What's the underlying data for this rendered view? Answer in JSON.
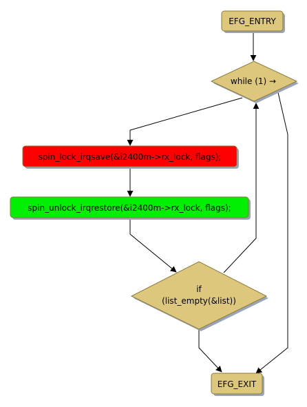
{
  "nodes": {
    "entry": {
      "label": "EFG_ENTRY",
      "color": "#dcc77c"
    },
    "while": {
      "label": "while (1) →",
      "color": "#dcc77c"
    },
    "lock": {
      "label": "spin_lock_irqsave(&i2400m->rx_lock, flags);",
      "color": "#ff0000"
    },
    "unlock": {
      "label": "spin_unlock_irqrestore(&i2400m->rx_lock, flags);",
      "color": "#00ee00"
    },
    "if": {
      "label_line1": "if",
      "label_line2": "(list_empty(&list))",
      "color": "#dcc77c"
    },
    "exit": {
      "label": "EFG_EXIT",
      "color": "#dcc77c"
    }
  },
  "colors": {
    "border": "#8a7a3a",
    "shadow": "#9aa4b8",
    "edge": "#000000"
  },
  "edges": [
    {
      "from": "entry",
      "to": "while"
    },
    {
      "from": "while",
      "to": "lock"
    },
    {
      "from": "while",
      "to": "exit"
    },
    {
      "from": "lock",
      "to": "unlock"
    },
    {
      "from": "unlock",
      "to": "if"
    },
    {
      "from": "if",
      "to": "while"
    },
    {
      "from": "if",
      "to": "exit"
    }
  ]
}
